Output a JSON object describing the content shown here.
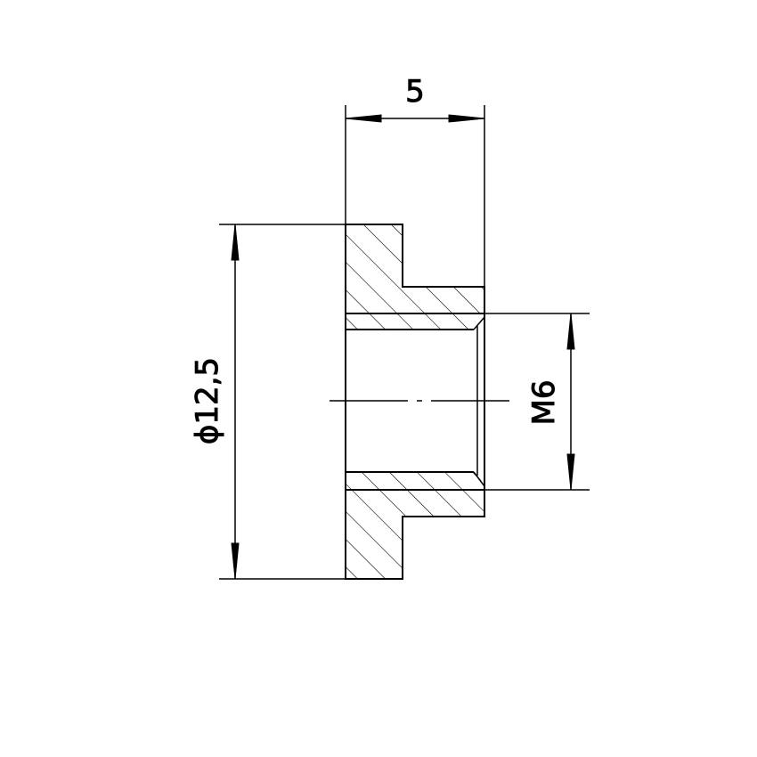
{
  "drawing": {
    "width_dimension": "5",
    "diameter_dimension": "ϕ12,5",
    "thread_dimension": "M6",
    "colors": {
      "line": "#000000",
      "background": "#ffffff"
    }
  }
}
